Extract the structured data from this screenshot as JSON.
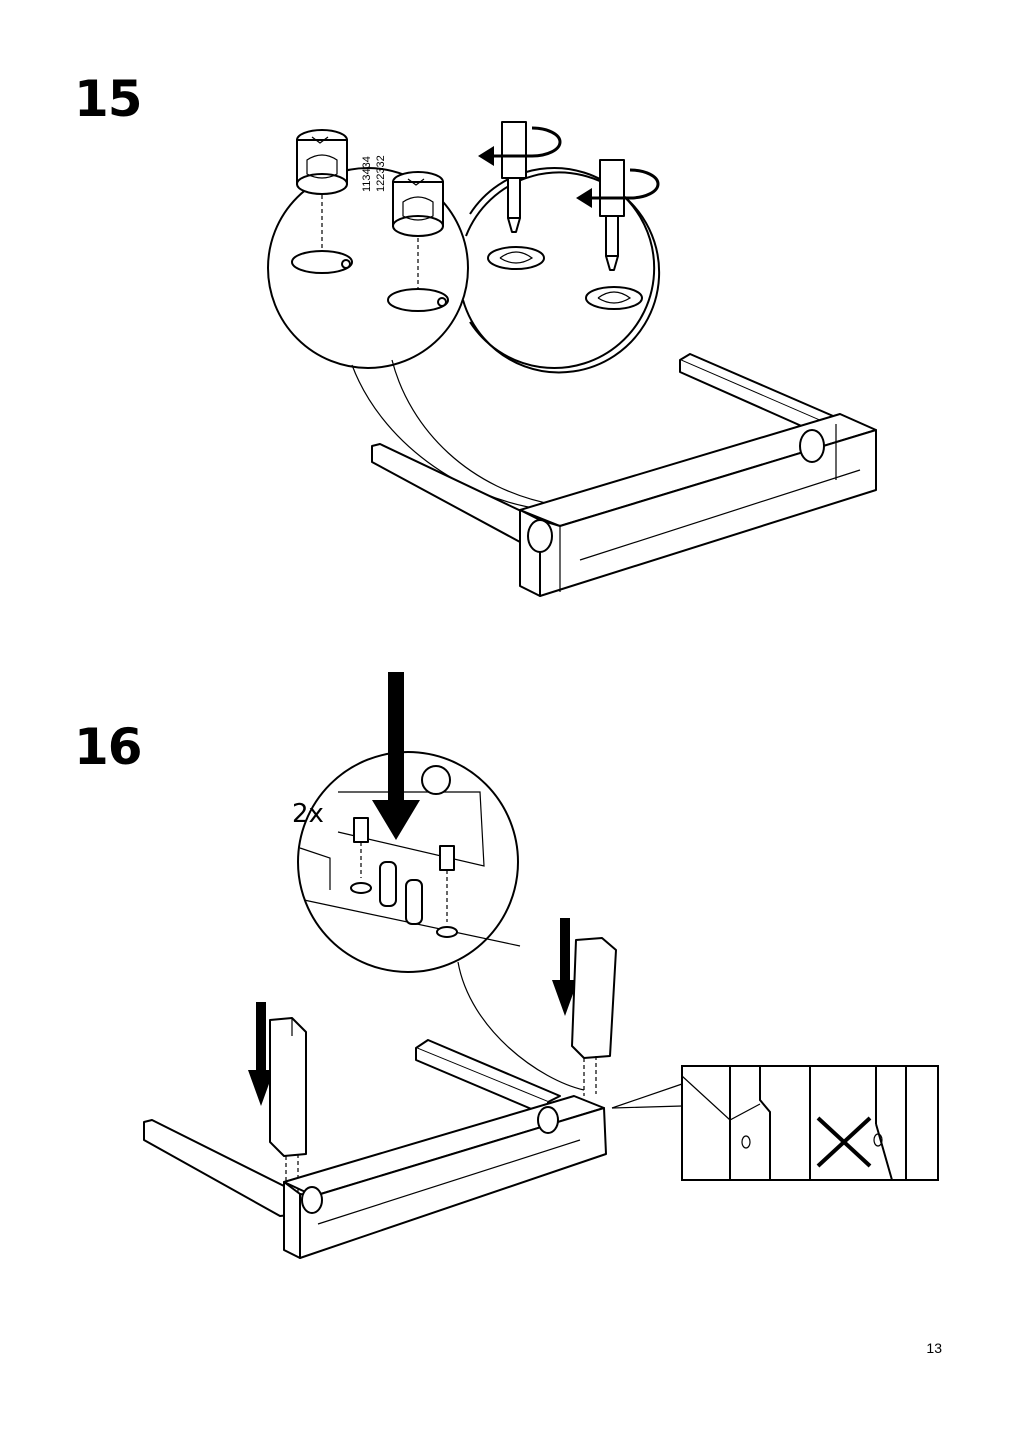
{
  "page_number": "13",
  "steps": [
    {
      "number": "15",
      "part_codes": [
        "113434",
        "122332"
      ]
    },
    {
      "number": "16",
      "quantity": "2x"
    }
  ],
  "icons": [
    "cam-lock-icon",
    "screwdriver-icon",
    "rotate-arrow-icon",
    "down-arrow-icon",
    "dowel-icon",
    "cross-mark-icon"
  ]
}
